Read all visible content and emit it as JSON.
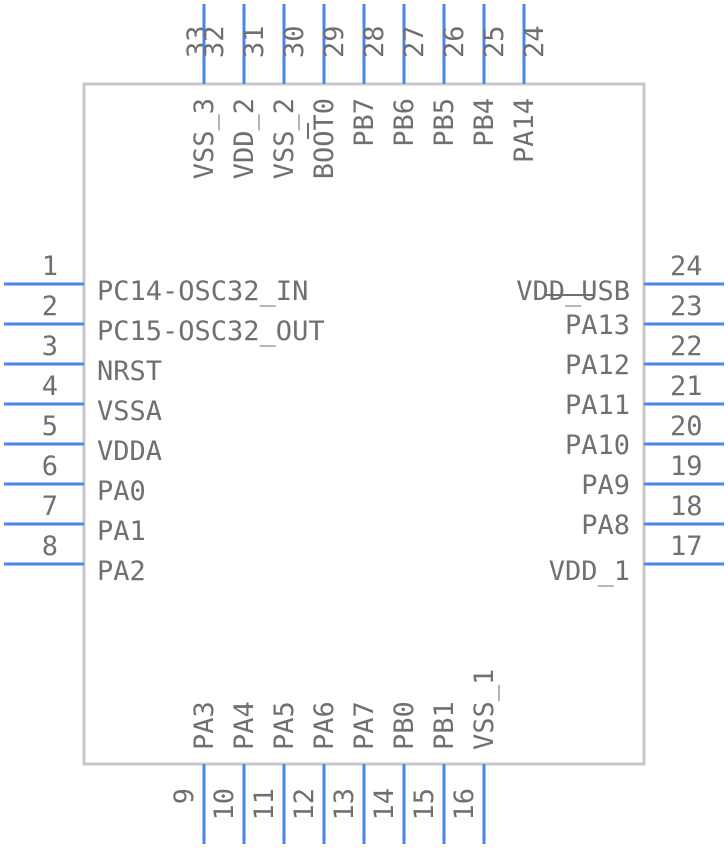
{
  "colors": {
    "pin": "#4a86e8",
    "body_stroke": "#c8c8c8",
    "text": "#707070"
  },
  "left_pins": [
    {
      "num": "1",
      "label": "PC14-OSC32_IN"
    },
    {
      "num": "2",
      "label": "PC15-OSC32_OUT"
    },
    {
      "num": "3",
      "label": "NRST"
    },
    {
      "num": "4",
      "label": "VSSA"
    },
    {
      "num": "5",
      "label": "VDDA"
    },
    {
      "num": "6",
      "label": "PA0"
    },
    {
      "num": "7",
      "label": "PA1"
    },
    {
      "num": "8",
      "label": "PA2"
    }
  ],
  "right_pins": [
    {
      "num": "24",
      "label": "VDD_USB"
    },
    {
      "num": "23",
      "label": "PA13"
    },
    {
      "num": "22",
      "label": "PA12"
    },
    {
      "num": "21",
      "label": "PA11"
    },
    {
      "num": "20",
      "label": "PA10"
    },
    {
      "num": "19",
      "label": "PA9"
    },
    {
      "num": "18",
      "label": "PA8"
    },
    {
      "num": "17",
      "label": "VDD_1"
    }
  ],
  "bottom_pins": [
    {
      "num": "9",
      "label": "PA3"
    },
    {
      "num": "10",
      "label": "PA4"
    },
    {
      "num": "11",
      "label": "PA5"
    },
    {
      "num": "12",
      "label": "PA6"
    },
    {
      "num": "13",
      "label": "PA7"
    },
    {
      "num": "14",
      "label": "PB0"
    },
    {
      "num": "15",
      "label": "PB1"
    },
    {
      "num": "16",
      "label": "VSS_1"
    }
  ],
  "top_pins": [
    {
      "num": "33",
      "label": ""
    },
    {
      "num": "32",
      "label": "VSS_3"
    },
    {
      "num": "31",
      "label": "VDD_2"
    },
    {
      "num": "30",
      "label": "VSS_2"
    },
    {
      "num": "29",
      "label": "BOOT0"
    },
    {
      "num": "28",
      "label": "PB7"
    },
    {
      "num": "27",
      "label": "PB6"
    },
    {
      "num": "26",
      "label": "PB5"
    },
    {
      "num": "25",
      "label": "PB4"
    },
    {
      "num": "24",
      "label": "PA14"
    }
  ]
}
